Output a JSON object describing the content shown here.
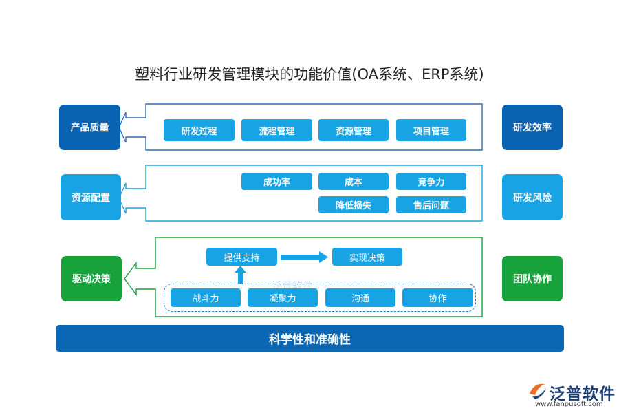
{
  "title": "塑料行业研发管理模块的功能价值(OA系统、ERP系统)",
  "left": [
    "产品质量",
    "资源配置",
    "驱动决策"
  ],
  "right": [
    "研发效率",
    "研发风险",
    "团队协作"
  ],
  "row1": [
    "研发过程",
    "流程管理",
    "资源管理",
    "项目管理"
  ],
  "row2": {
    "top": [
      "成功率",
      "成本",
      "竞争力"
    ],
    "bottom": [
      "降低损失",
      "售后问题"
    ]
  },
  "row3": {
    "support": "提供支持",
    "decision": "实现决策",
    "factors": [
      "战斗力",
      "凝聚力",
      "沟通",
      "协作"
    ]
  },
  "bottom_bar": "科学性和准确性",
  "logo": {
    "name": "泛普软件",
    "url": "www.fanpusoft.com"
  },
  "watermark": "泛普软件",
  "colors": {
    "dark_blue": "#0a62b3",
    "light_blue": "#18a3e4",
    "green": "#18a23c",
    "bar": "#0a67b4"
  }
}
